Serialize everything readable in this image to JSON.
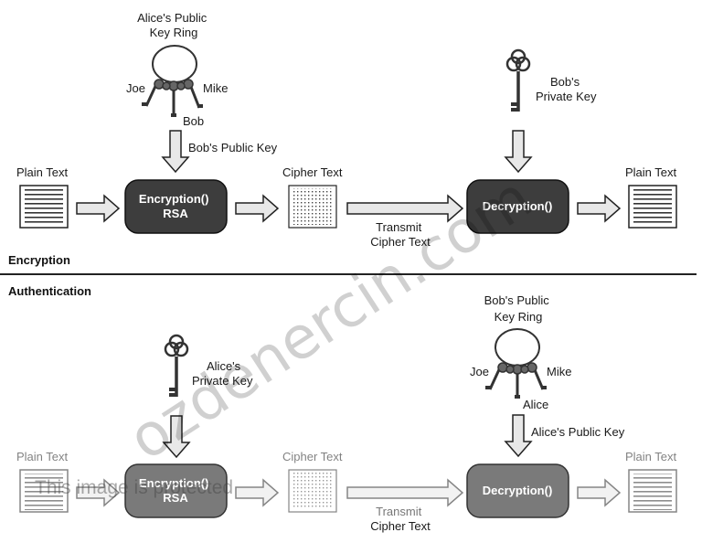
{
  "encryption": {
    "section_title": "Encryption",
    "key_ring_label": "Alice's Public\nKey Ring",
    "ring_names": [
      "Joe",
      "Mike",
      "Bob"
    ],
    "public_key_label": "Bob's Public Key",
    "private_key_label": "Bob's\nPrivate Key",
    "plain_text_left": "Plain Text",
    "cipher_text": "Cipher Text",
    "plain_text_right": "Plain Text",
    "encrypt_box": "Encryption()\nRSA",
    "decrypt_box": "Decryption()",
    "transmit_label": "Transmit\nCipher Text"
  },
  "authentication": {
    "section_title": "Authentication",
    "private_key_label": "Alice's\nPrivate Key",
    "key_ring_label": "Bob's Public\nKey Ring",
    "ring_names": [
      "Joe",
      "Mike",
      "Alice"
    ],
    "public_key_label": "Alice's Public Key",
    "plain_text_left": "Plain Text",
    "cipher_text": "Cipher Text",
    "plain_text_right": "Plain Text",
    "encrypt_box": "Encryption()\nRSA",
    "decrypt_box": "Decryption()",
    "transmit_label": "Transmit\nCipher Text"
  },
  "watermark": {
    "main": "ozdenercin.com",
    "protected": "This image is protected"
  },
  "colors": {
    "dark_box": "#3d3d3d",
    "light_box": "#7a7a7a",
    "arrow_fill": "#e8e8e8",
    "stroke": "#222222"
  }
}
